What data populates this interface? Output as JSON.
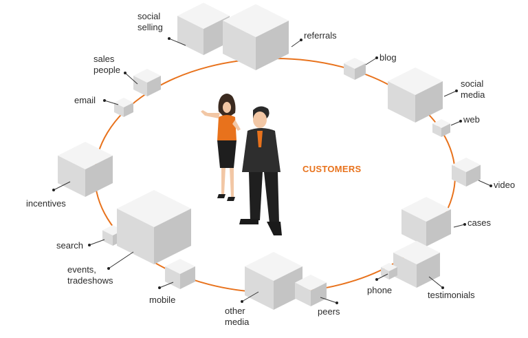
{
  "title": "CUSTOMERS",
  "colors": {
    "accent": "#e8721c",
    "cube_top": "#f4f4f4",
    "cube_left": "#dadada",
    "cube_right": "#c4c4c4",
    "text": "#2b2b2b"
  },
  "labels": {
    "social_selling": "social\nselling",
    "referrals": "referrals",
    "blog": "blog",
    "sales_people": "sales\npeople",
    "social_media": "social\nmedia",
    "email": "email",
    "web": "web",
    "video": "video",
    "incentives": "incentives",
    "cases": "cases",
    "search": "search",
    "events": "events,\ntradeshows",
    "testimonials": "testimonials",
    "phone": "phone",
    "mobile": "mobile",
    "other_media": "other\nmedia",
    "peers": "peers"
  }
}
